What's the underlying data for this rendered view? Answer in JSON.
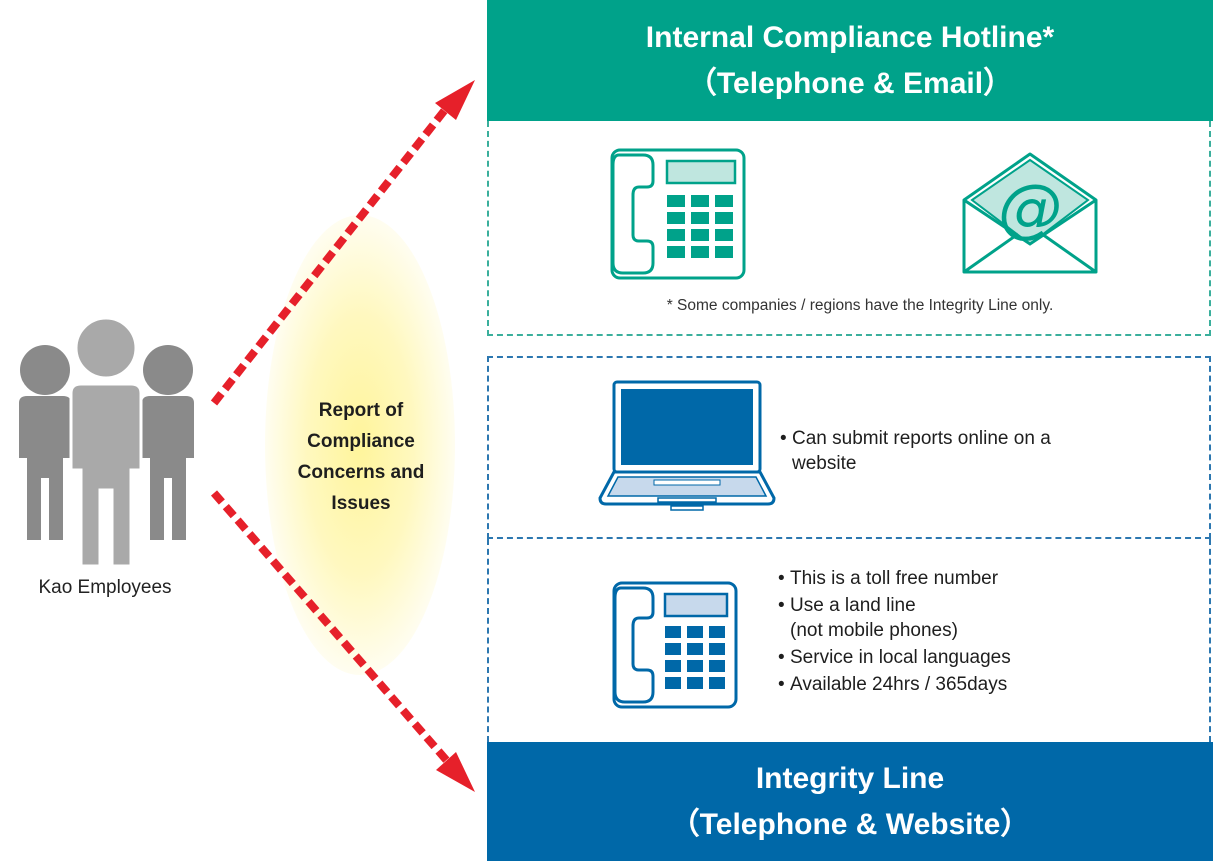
{
  "left": {
    "employees_label": "Kao Employees",
    "report_label": "Report of\nCompliance\nConcerns and\nIssues"
  },
  "top_panel": {
    "title_line1": "Internal Compliance Hotline*",
    "title_line2": "（Telephone & Email）",
    "note": "* Some companies / regions have the Integrity Line only.",
    "icons": [
      "telephone-icon",
      "email-envelope-icon"
    ]
  },
  "website_panel": {
    "icon": "laptop-icon",
    "bullets": [
      "Can submit reports online on a\nwebsite"
    ]
  },
  "phone_panel": {
    "icon": "telephone-icon",
    "bullets": [
      "This is a toll free number",
      "Use a land line\n(not mobile phones)",
      "Service in local languages",
      "Available 24hrs / 365days"
    ]
  },
  "bottom_panel": {
    "title_line1": "Integrity Line",
    "title_line2": "（Telephone & Website）"
  },
  "colors": {
    "teal": "#00a28a",
    "blue": "#0068a8",
    "arrow_red": "#e6202a",
    "people_gray": "#888888",
    "glow_yellow": "#fff4a0"
  }
}
